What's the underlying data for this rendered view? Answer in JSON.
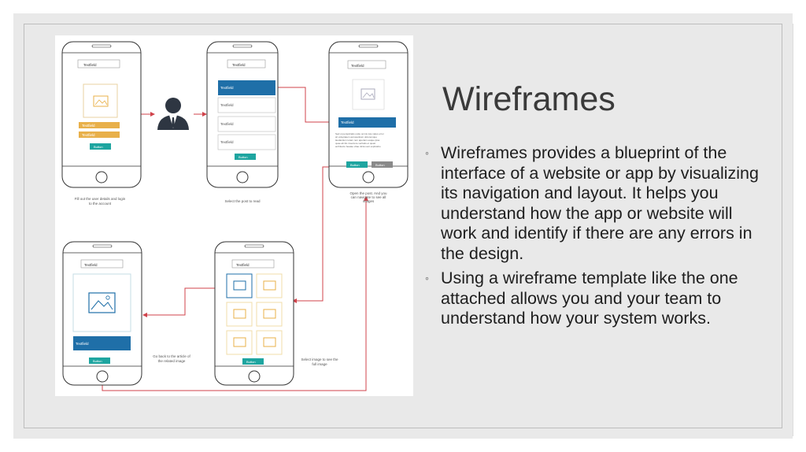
{
  "title": "Wireframes",
  "bullet_marker": "◦",
  "bullets": [
    "Wireframes provides a blueprint of the interface of a website or app by visualizing its navigation and layout. It helps you understand how the app or website will work and identify if there are any errors in the design.",
    "Using a wireframe template like the one attached allows you and your team to understand how your system works."
  ],
  "wireframe": {
    "textfield": "Textfield",
    "button": "Button",
    "captions": {
      "login": [
        "Fill out the user details and login",
        "to the account"
      ],
      "select": [
        "Select the post to read"
      ],
      "open": [
        "Open the post. And you",
        "can navigate to see all",
        "images"
      ],
      "image": [
        "Select image to see the",
        "full image"
      ],
      "back": [
        "Go back to the article of",
        "the related image"
      ]
    },
    "post_text": [
      "Sed ut perspiciatis unde omnis iste natus error",
      "sit voluptatem accusantium doloremque",
      "laudantium totam rem aperiam eaque ipsa",
      "quae ab illo inventore veritatis et quasi",
      "architecto beatae vitae dicta sunt explicabo."
    ],
    "colors": {
      "accent_yellow": "#e8b04a",
      "accent_blue": "#1f6fa8",
      "accent_teal": "#1ea5a0",
      "connector_red": "#d0434b"
    }
  }
}
